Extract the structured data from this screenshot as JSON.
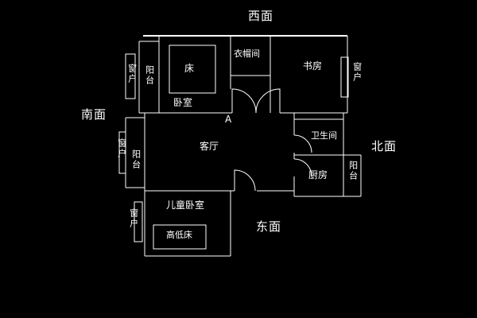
{
  "colors": {
    "background": "#000000",
    "lines": "#ffffff",
    "text": "#ffffff"
  },
  "directions": {
    "west": "西面",
    "south": "南面",
    "north": "北面",
    "east": "东面"
  },
  "rooms": {
    "bed": "床",
    "bedroom": "卧室",
    "cloakroom": "衣帽间",
    "study": "书房",
    "living_room": "客厅",
    "bathroom": "卫生间",
    "kitchen": "厨房",
    "children_bedroom": "儿童卧室",
    "bunk_bed": "高低床",
    "entrance_mark": "A"
  },
  "windows": {
    "top_left": "窗户",
    "top_right": "窗户",
    "mid_left": "窗户",
    "bottom_left": "窗户"
  },
  "balconies": {
    "top_left": "阳台",
    "mid_left": "阳台",
    "right": "阳台"
  }
}
